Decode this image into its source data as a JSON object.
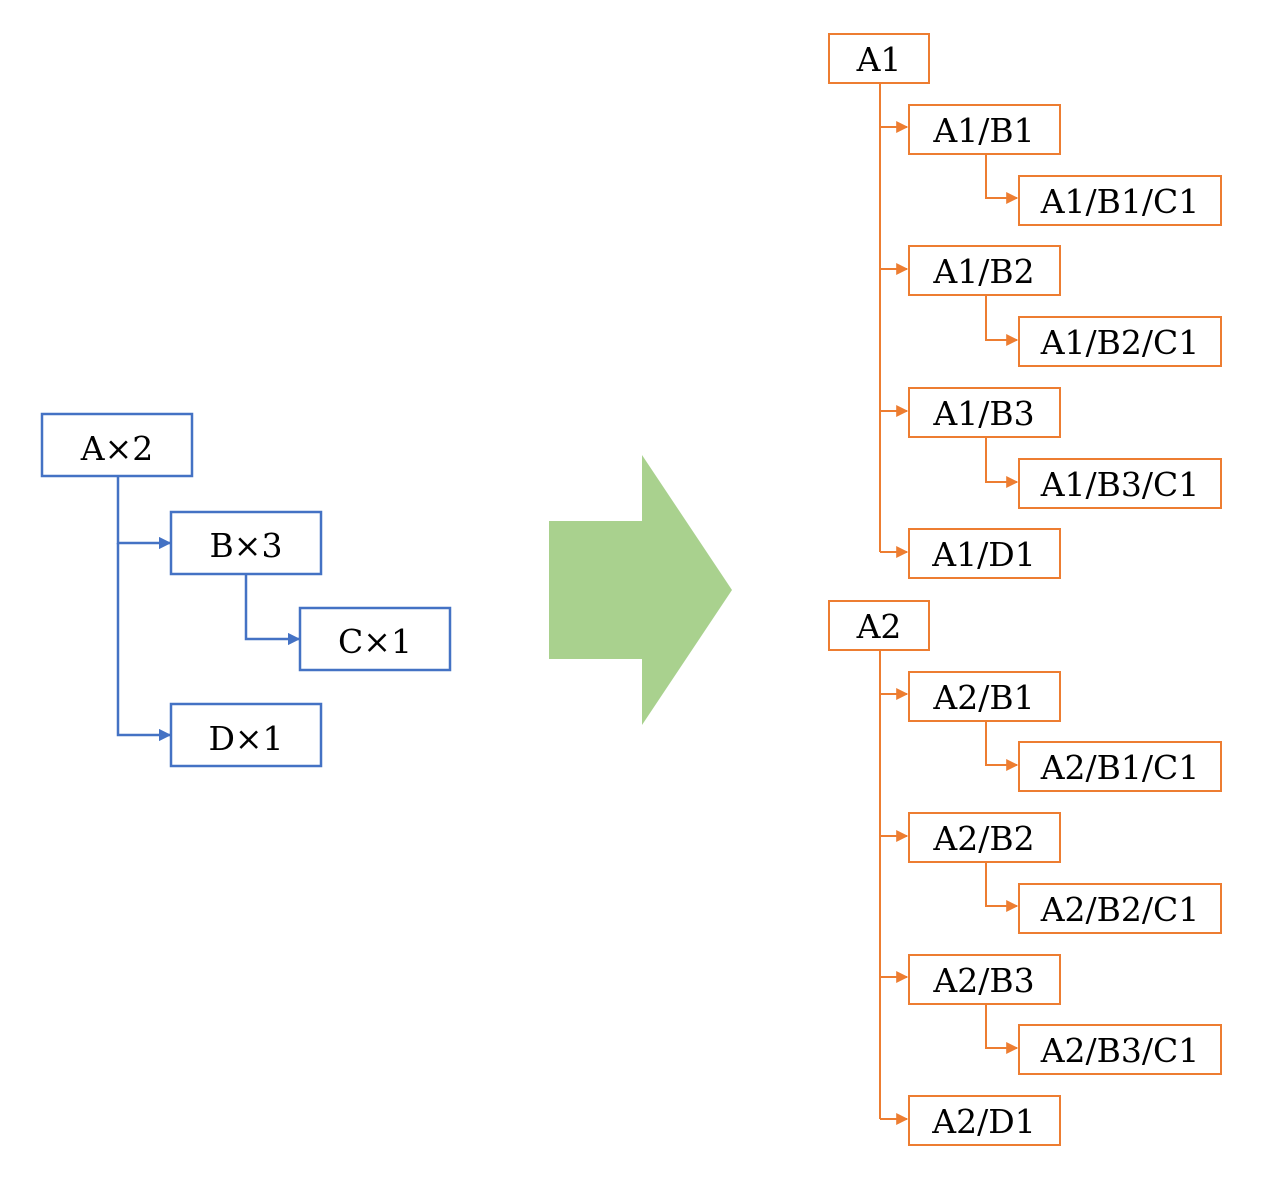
{
  "colors": {
    "source": "#4472C4",
    "result": "#ED7D31",
    "arrow": "#A9D18E"
  },
  "source_tree": {
    "root": {
      "label": "A×2"
    },
    "children": [
      {
        "label": "B×3"
      },
      {
        "label": "C×1"
      },
      {
        "label": "D×1"
      }
    ]
  },
  "result_tree": [
    {
      "label": "A1"
    },
    {
      "label": "A1/B1"
    },
    {
      "label": "A1/B1/C1"
    },
    {
      "label": "A1/B2"
    },
    {
      "label": "A1/B2/C1"
    },
    {
      "label": "A1/B3"
    },
    {
      "label": "A1/B3/C1"
    },
    {
      "label": "A1/D1"
    },
    {
      "label": "A2"
    },
    {
      "label": "A2/B1"
    },
    {
      "label": "A2/B1/C1"
    },
    {
      "label": "A2/B2"
    },
    {
      "label": "A2/B2/C1"
    },
    {
      "label": "A2/B3"
    },
    {
      "label": "A2/B3/C1"
    },
    {
      "label": "A2/D1"
    }
  ]
}
